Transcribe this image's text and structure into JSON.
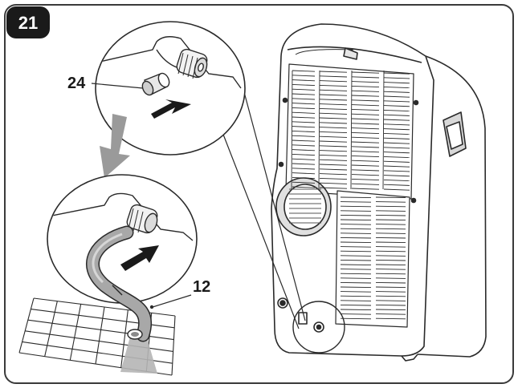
{
  "step": {
    "number": "21"
  },
  "callouts": {
    "drain_cap": "24",
    "drain_hose": "12"
  },
  "colors": {
    "badge": "#1a1a1a",
    "line": "#2a2a2a",
    "arrow_gray": "#9a9a9a",
    "arrow_dark": "#1a1a1a",
    "hose_fill": "#a8a8a8",
    "water_fill": "#b5b5b5"
  },
  "icons": {
    "top_arrow": "arrow-icon",
    "bottom_arrow": "arrow-icon",
    "transition_arrow": "down-arrow-icon"
  }
}
